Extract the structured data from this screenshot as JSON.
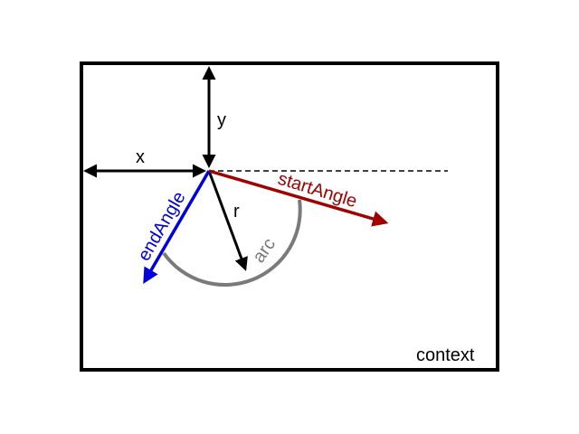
{
  "labels": {
    "x": "x",
    "y": "y",
    "r": "r",
    "arc": "arc",
    "start_angle": "startAngle",
    "end_angle": "endAngle",
    "context": "context"
  },
  "colors": {
    "frame": "#000000",
    "axis_arrows": "#000000",
    "baseline": "#000000",
    "radius": "#000000",
    "arc": "#7a7a7a",
    "start_angle": "#a00000",
    "end_angle": "#0000dd"
  }
}
